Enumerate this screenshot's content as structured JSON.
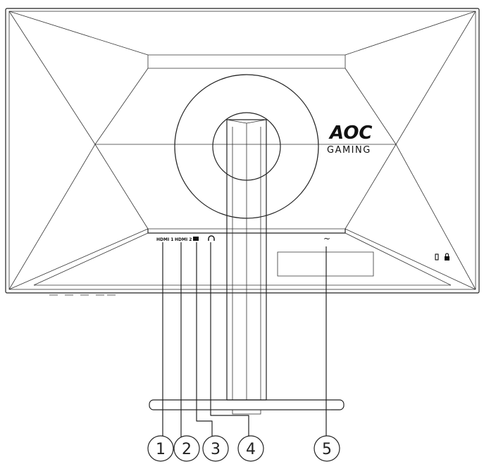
{
  "logo": {
    "brand": "AOC",
    "sub": "GAMING"
  },
  "ports": [
    {
      "label": "HDMI 1"
    },
    {
      "label": "HDMI 2"
    },
    {
      "label": "DP",
      "icon": "displayport-icon"
    },
    {
      "label": "",
      "icon": "headphone-icon"
    },
    {
      "label": "~",
      "icon": "ac-power-icon"
    }
  ],
  "callouts": [
    "1",
    "2",
    "3",
    "4",
    "5"
  ],
  "lock_symbols": [
    "▯",
    "🔒"
  ]
}
